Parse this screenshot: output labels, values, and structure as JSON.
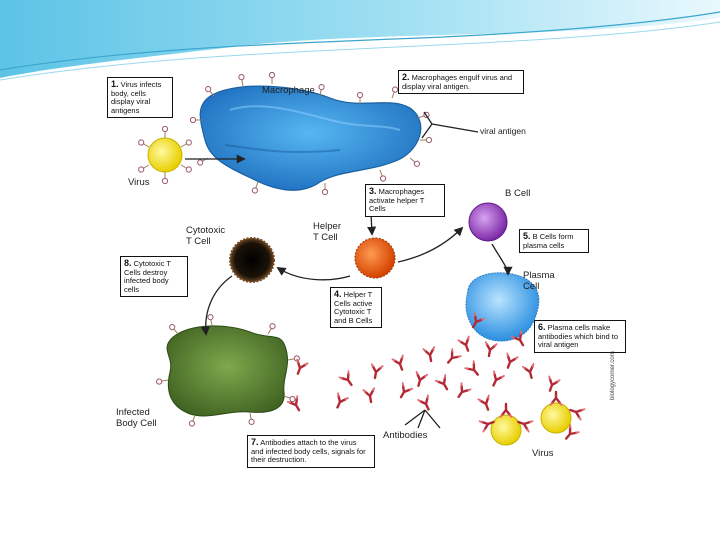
{
  "steps": {
    "s1": {
      "num": "1.",
      "text": "Virus infects body, cells display viral antigens"
    },
    "s2": {
      "num": "2.",
      "text": "Macrophages engulf virus and display viral antigen."
    },
    "s3": {
      "num": "3.",
      "text": "Macrophages activate helper T Cells"
    },
    "s4": {
      "num": "4.",
      "text": "Helper T Cells active Cytotoxic T and B Cells"
    },
    "s5": {
      "num": "5.",
      "text": "B Cells form plasma cells"
    },
    "s6": {
      "num": "6.",
      "text": "Plasma cells make antibodies which bind to viral antigen"
    },
    "s7": {
      "num": "7.",
      "text": "Antibodies attach to the virus and infected body cells, signals for their destruction."
    },
    "s8": {
      "num": "8.",
      "text": "Cytotoxic T Cells destroy infected body cells"
    }
  },
  "labels": {
    "macrophage": "Macrophage",
    "viral_antigen": "viral antigen",
    "virus_left": "Virus",
    "b_cell": "B Cell",
    "helper_t": [
      "Helper",
      "T Cell"
    ],
    "cytotoxic_t": [
      "Cytotoxic",
      "T Cell"
    ],
    "plasma_cell": [
      "Plasma",
      "Cell"
    ],
    "infected_cell": [
      "Infected",
      "Body Cell"
    ],
    "antibodies": "Antibodies",
    "virus_right": "Virus",
    "credit": "biologycorner.com"
  },
  "colors": {
    "macrophage": "#2f8fd8",
    "virus": "#f2e01a",
    "b_cell": "#9a3fc9",
    "helper_t": "#f06010",
    "cytotoxic_t": "#111111",
    "plasma": "#3aa0e8",
    "infected": "#4e7a2c",
    "antibody": "#c0303a",
    "header_wave": "#7fd0ea"
  }
}
